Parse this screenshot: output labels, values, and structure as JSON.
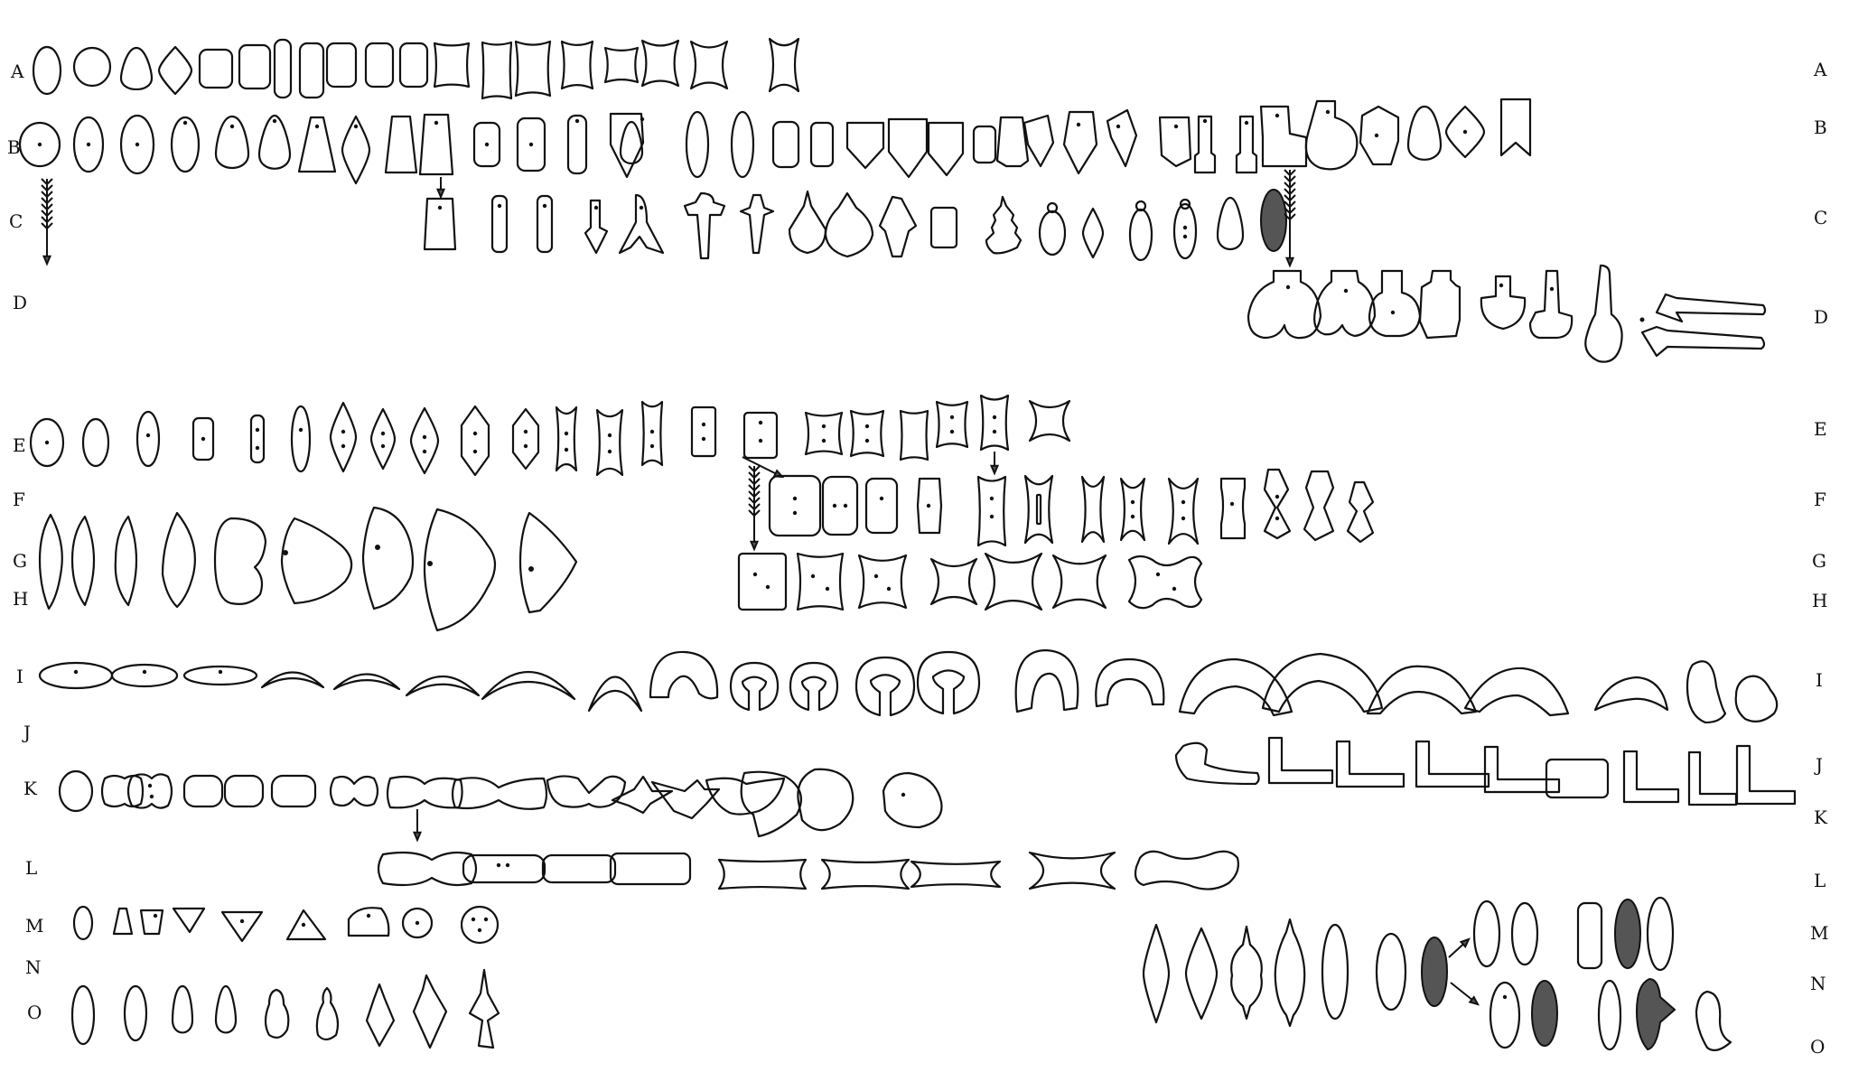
{
  "rows": [
    {
      "left": "A",
      "right": "A"
    },
    {
      "left": "B",
      "right": "B"
    },
    {
      "left": "C",
      "right": "C"
    },
    {
      "left": "D",
      "right": "D"
    },
    {
      "left": "E",
      "right": "E"
    },
    {
      "left": "F",
      "right": "F"
    },
    {
      "left": "G",
      "right": "G"
    },
    {
      "left": "H",
      "right": "H"
    },
    {
      "left": "I",
      "right": "I"
    },
    {
      "left": "J",
      "right": "J"
    },
    {
      "left": "K",
      "right": "K"
    },
    {
      "left": "L",
      "right": "L"
    },
    {
      "left": "M",
      "right": "M"
    },
    {
      "left": "N",
      "right": "N"
    },
    {
      "left": "O",
      "right": "O"
    }
  ]
}
